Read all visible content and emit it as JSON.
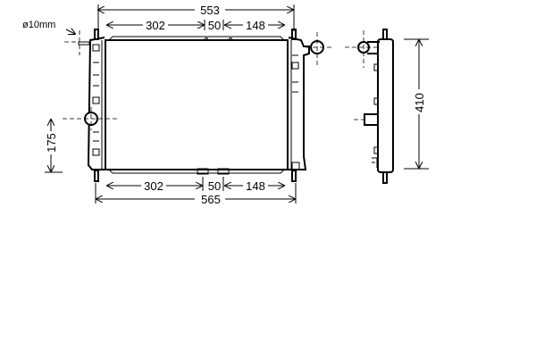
{
  "drawing": {
    "dimensions": {
      "overall_top": "553",
      "top_left": "302",
      "top_mid": "50",
      "top_right": "148",
      "bottom_left": "302",
      "bottom_mid": "50",
      "bottom_right": "148",
      "overall_bottom": "565",
      "inlet_height": "175",
      "side_height": "410",
      "pipe_diameter": "ø10mm"
    }
  }
}
